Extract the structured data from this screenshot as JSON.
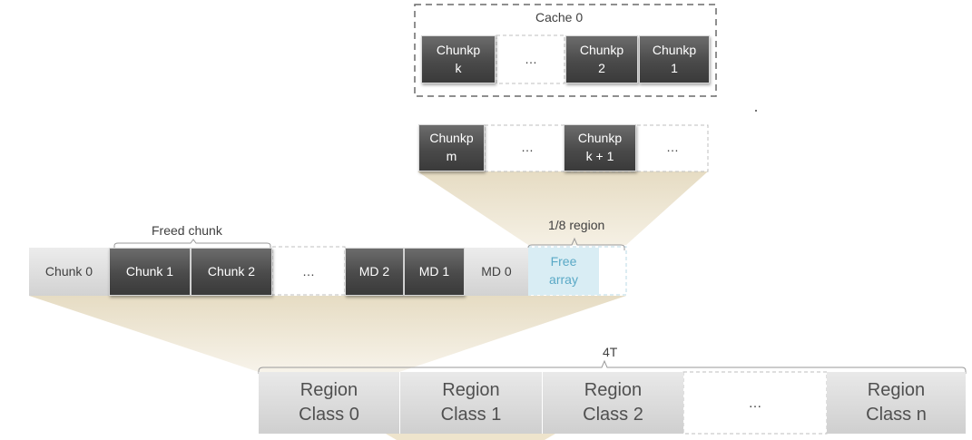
{
  "cache": {
    "title": "Cache 0",
    "chunks": [
      "Chunkp\nk",
      "…",
      "Chunkp\n2",
      "Chunkp\n1"
    ]
  },
  "chunk_list": {
    "chunks": [
      "Chunkp\nm",
      "…",
      "Chunkp\nk + 1",
      "…"
    ]
  },
  "freed_chunk_label": "Freed chunk",
  "region_label": "1/8 region",
  "region_row": {
    "cells": [
      "Chunk 0",
      "Chunk 1",
      "Chunk 2",
      "…",
      "MD 2",
      "MD 1",
      "MD 0",
      "Free\narray"
    ]
  },
  "total_label": "4T",
  "classes": [
    "Region\nClass 0",
    "Region\nClass 1",
    "Region\nClass 2",
    "…",
    "Region\nClass n"
  ],
  "colors": {
    "dark_cell": "#4a4a4a",
    "light_cell": "#d8d8d8",
    "free_array": "#d9edf4",
    "free_array_text": "#5aa9c6",
    "funnel": "#efe6d2"
  }
}
